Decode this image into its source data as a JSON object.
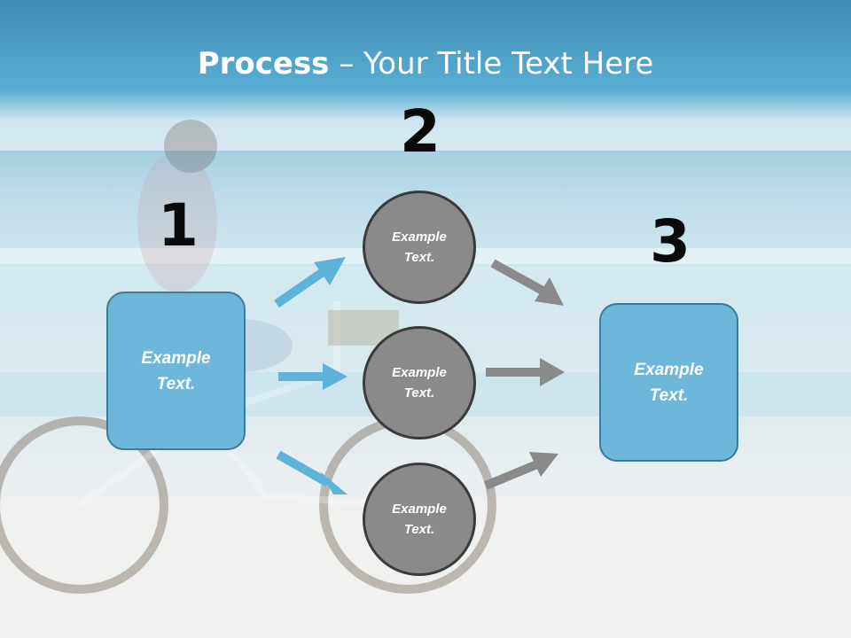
{
  "title": {
    "bold": "Process",
    "rest": " – Your Title Text Here"
  },
  "steps": {
    "one": {
      "number": "1",
      "box_text": "Example\nText."
    },
    "two": {
      "number": "2",
      "circles": [
        {
          "text": "Example\nText."
        },
        {
          "text": "Example\nText."
        },
        {
          "text": "Example\nText."
        }
      ]
    },
    "three": {
      "number": "3",
      "box_text": "Example\nText."
    }
  },
  "colors": {
    "box_fill": "#6db7db",
    "box_border": "#3f7b99",
    "circle_fill": "#8a8a8a",
    "circle_border": "#3b3b3b",
    "blue_arrow": "#5fb3d9",
    "gray_arrow": "#8a8a8a",
    "header_band": "#4ba4cc"
  },
  "background": {
    "description_icon": "beach-bicycle-photo"
  }
}
